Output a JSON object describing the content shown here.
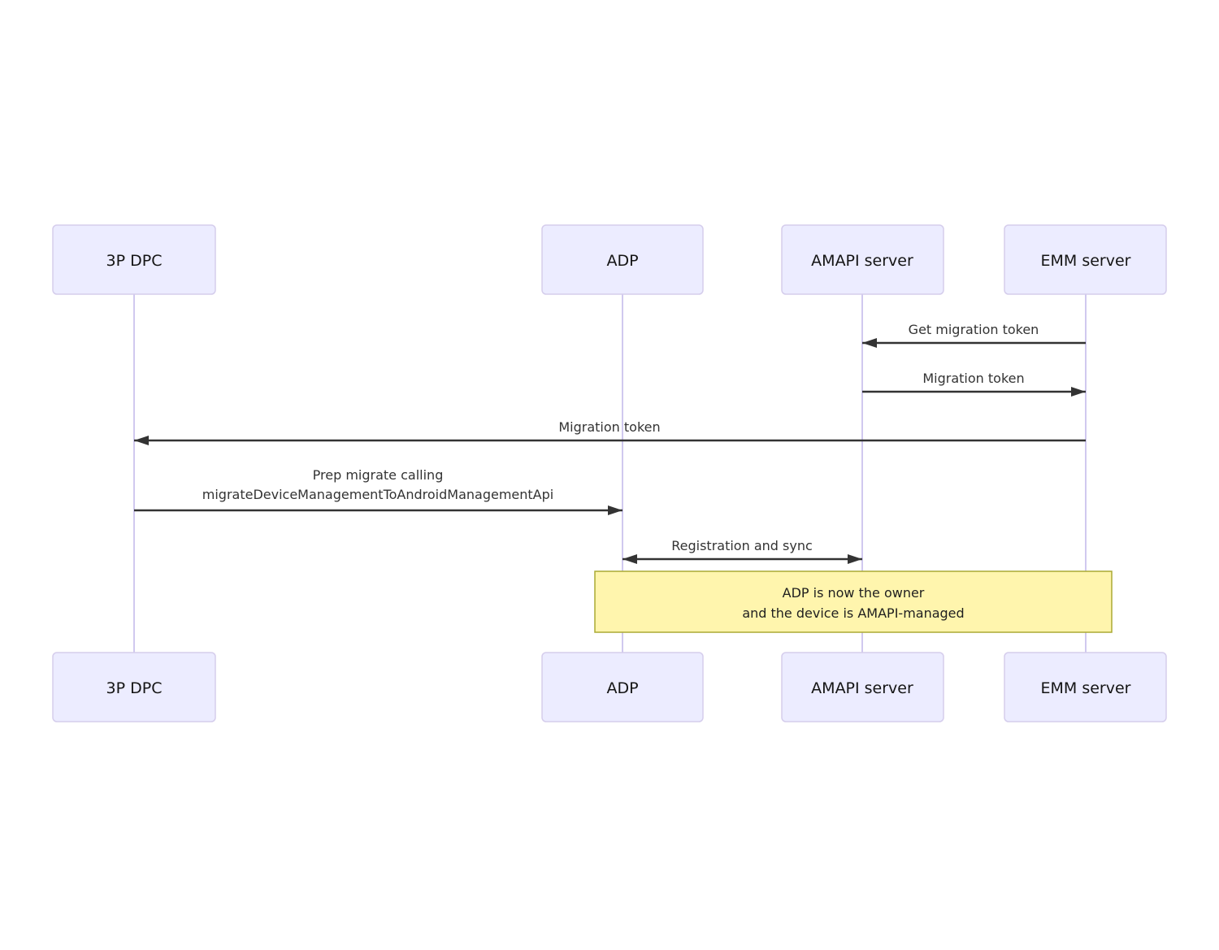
{
  "diagram": {
    "type": "sequence-diagram",
    "actors": [
      {
        "id": "3p-dpc",
        "label": "3P DPC"
      },
      {
        "id": "adp",
        "label": "ADP"
      },
      {
        "id": "amapi-server",
        "label": "AMAPI server"
      },
      {
        "id": "emm-server",
        "label": "EMM server"
      }
    ],
    "messages": [
      {
        "label": "Get migration token",
        "from": "EMM server",
        "to": "AMAPI server",
        "arrow": "left"
      },
      {
        "label": "Migration token",
        "from": "AMAPI server",
        "to": "EMM server",
        "arrow": "right"
      },
      {
        "label": "Migration token",
        "from": "EMM server",
        "to": "3P DPC",
        "arrow": "left"
      },
      {
        "label": "Prep migrate calling migrateDeviceManagementToAndroidManagementApi",
        "lines": [
          "Prep migrate calling",
          "migrateDeviceManagementToAndroidManagementApi"
        ],
        "from": "3P DPC",
        "to": "ADP",
        "arrow": "right"
      },
      {
        "label": "Registration and sync",
        "from": "ADP",
        "to": "AMAPI server",
        "arrow": "both"
      }
    ],
    "note": {
      "lines": [
        "ADP is now the owner",
        "and the device is AMAPI-managed"
      ],
      "over": "ADP, EMM server"
    },
    "colors": {
      "background": "#ffffff",
      "actor_fill": "#ECECFF",
      "actor_border": "#d5cdec",
      "lifeline": "#d0c9ef",
      "signal": "#333333",
      "message_text": "#333333",
      "note_fill": "#fff5ad",
      "note_border": "#aaaa33"
    }
  }
}
